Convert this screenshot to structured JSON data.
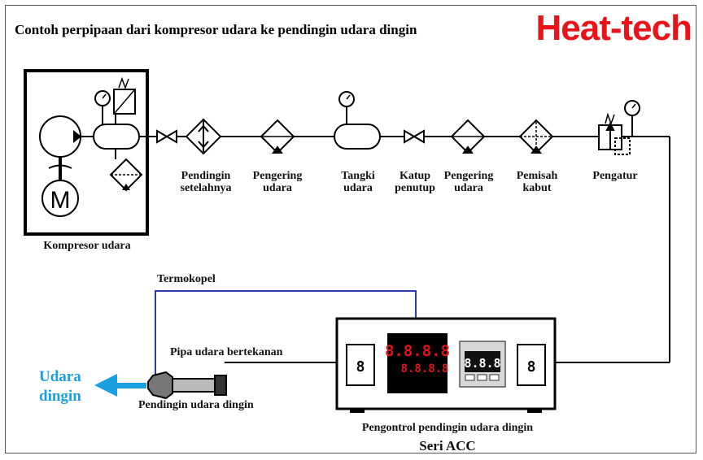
{
  "title": "Contoh perpipaan dari kompresor udara ke pendingin udara dingin",
  "brand": "Heat-tech",
  "components": [
    {
      "id": "aftercooler",
      "label_line1": "Pendingin",
      "label_line2": "setelahnya"
    },
    {
      "id": "dryer1",
      "label_line1": "Pengering",
      "label_line2": "udara"
    },
    {
      "id": "tank",
      "label_line1": "Tangki",
      "label_line2": "udara"
    },
    {
      "id": "valve",
      "label_line1": "Katup",
      "label_line2": "penutup"
    },
    {
      "id": "dryer2",
      "label_line1": "Pengering",
      "label_line2": "udara"
    },
    {
      "id": "mist",
      "label_line1": "Pemisah",
      "label_line2": "kabut"
    },
    {
      "id": "regulator",
      "label_line1": "Pengatur",
      "label_line2": ""
    }
  ],
  "compressor_label": "Kompresor udara",
  "motor_symbol": "M",
  "thermocouple_label": "Termokopel",
  "pipe_label": "Pipa udara bertekanan",
  "cooler_label": "Pendingin udara dingin",
  "output_label_line1": "Udara",
  "output_label_line2": "dingin",
  "controller_label": "Pengontrol pendingin udara dingin",
  "series_label": "Seri ACC",
  "display_main": "8.8.8.8",
  "display_sub": "8.8.8.8",
  "display_small": "8.8.8",
  "switch_symbol": "8",
  "colors": {
    "brand": "#e8141a",
    "output": "#1aa0e0",
    "thermocouple_wire": "#2a3fa8"
  }
}
